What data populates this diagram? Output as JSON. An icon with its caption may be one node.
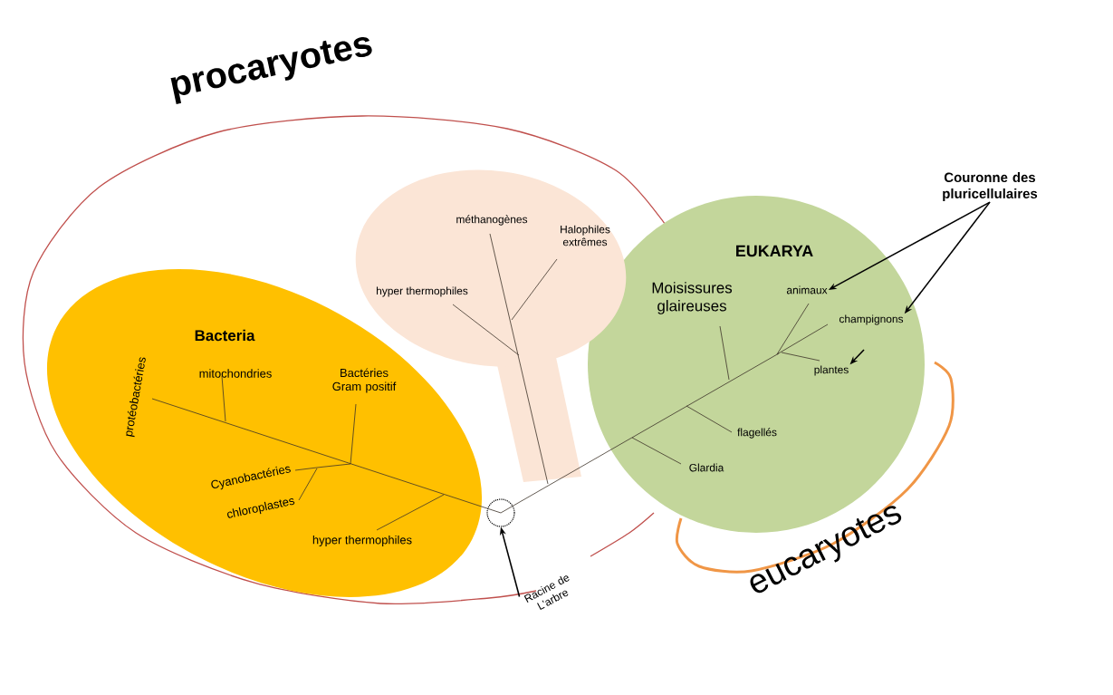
{
  "diagram": {
    "nodes": [
      {
        "text": [
          "Bacteria"
        ]
      },
      {
        "text": [
          "protéobactéries"
        ],
        "in": 0
      },
      {
        "text": [
          "mitochondries"
        ],
        "in": 0
      },
      {
        "text": [
          "Bactéries Gram positif"
        ],
        "in": 0
      },
      {
        "text": [
          "Cyanobactéries"
        ],
        "in": 0
      },
      {
        "text": [
          "chloroplastes"
        ],
        "in": 0
      },
      {
        "text": [
          "hyper thermophiles"
        ],
        "in": 0
      },
      {
        "text": [],
        "shape": "cloud"
      },
      {
        "text": [
          "méthanogènes"
        ],
        "in": 7
      },
      {
        "text": [
          "Halophiles extrêmes"
        ],
        "in": 7
      },
      {
        "text": [
          "hyper thermophiles"
        ],
        "in": 7
      },
      {
        "text": [
          "EUKARYA"
        ]
      },
      {
        "text": [
          "Moisissures glaireuses"
        ],
        "in": 11
      },
      {
        "text": [
          "animaux"
        ],
        "in": 11
      },
      {
        "text": [
          "champignons"
        ],
        "in": 11
      },
      {
        "text": [
          "plantes"
        ],
        "in": 11
      },
      {
        "text": [
          "flagellés"
        ],
        "in": 11
      },
      {
        "text": [
          "Glardia"
        ],
        "in": 11
      },
      {
        "text": [],
        "shape": "circle"
      },
      {
        "text": [
          "Racine de L'arbre"
        ]
      },
      {
        "text": [
          "Couronne des pluricellulaires"
        ]
      }
    ],
    "edges": [
      {
        "from": 20,
        "to": 13,
        "arrow": "to"
      },
      {
        "from": 20,
        "to": 14,
        "arrow": "to"
      },
      {
        "from": null,
        "to": 15,
        "arrow": "to"
      },
      {
        "from": 19,
        "to": 18,
        "arrow": "to"
      }
    ],
    "labels": [
      "procaryotes",
      "eucaryotes"
    ]
  }
}
